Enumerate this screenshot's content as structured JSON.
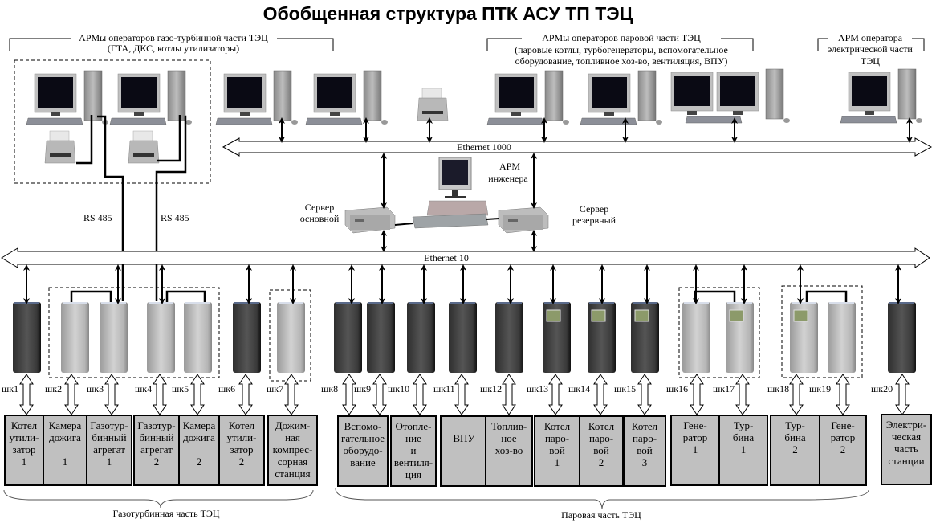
{
  "title": "Обобщенная структура ПТК АСУ ТП ТЭЦ",
  "groups": {
    "gas_arm": {
      "line1": "АРМы операторов газо-турбинной части ТЭЦ",
      "line2": "(ГТА, ДКС, котлы утилизаторы)"
    },
    "steam_arm": {
      "line1": "АРМы операторов паровой части ТЭЦ",
      "line2": "(паровые котлы, турбогенераторы, вспомогательное",
      "line3": "оборудование, топливное хоз-во, вентиляция, ВПУ)"
    },
    "electric_arm": {
      "line1": "АРМ оператора",
      "line2": "электрической части",
      "line3": "ТЭЦ"
    }
  },
  "networks": {
    "top": "Ethernet 1000",
    "bottom": "Ethernet 10",
    "rs485_1": "RS 485",
    "rs485_2": "RS 485"
  },
  "servers": {
    "main": {
      "line1": "Сервер",
      "line2": "основной"
    },
    "reserve": {
      "line1": "Сервер",
      "line2": "резервный"
    },
    "engineer": {
      "line1": "АРМ",
      "line2": "инженера"
    }
  },
  "cabinets": [
    "шк1",
    "шк2",
    "шк3",
    "шк4",
    "шк5",
    "шк6",
    "шк7",
    "шк8",
    "шк9",
    "шк10",
    "шк11",
    "шк12",
    "шк13",
    "шк14",
    "шк15",
    "шк16",
    "шк17",
    "шк18",
    "шк19",
    "шк20"
  ],
  "boxes": [
    {
      "lines": [
        "Котел",
        "утили-",
        "затор",
        "1"
      ]
    },
    {
      "lines": [
        "Камера",
        "дожига",
        "",
        "1"
      ]
    },
    {
      "lines": [
        "Газотур-",
        "бинный",
        "агрегат",
        "1"
      ]
    },
    {
      "lines": [
        "Газотур-",
        "бинный",
        "агрегат",
        "2"
      ]
    },
    {
      "lines": [
        "Камера",
        "дожига",
        "",
        "2"
      ]
    },
    {
      "lines": [
        "Котел",
        "утили-",
        "затор",
        "2"
      ]
    },
    {
      "lines": [
        "Дожим-",
        "ная",
        "компрес-",
        "сорная",
        "станция"
      ]
    },
    {
      "lines": [
        "Вспомо-",
        "гательное",
        "оборудо-",
        "вание"
      ]
    },
    {
      "lines": [
        "Отопле-",
        "ние",
        "и",
        "вентиля-",
        "ция"
      ]
    },
    {
      "lines": [
        "ВПУ"
      ]
    },
    {
      "lines": [
        "Топлив-",
        "ное",
        "хоз-во"
      ]
    },
    {
      "lines": [
        "Котел",
        "паро-",
        "вой",
        "1"
      ]
    },
    {
      "lines": [
        "Котел",
        "паро-",
        "вой",
        "2"
      ]
    },
    {
      "lines": [
        "Котел",
        "паро-",
        "вой",
        "3"
      ]
    },
    {
      "lines": [
        "Гене-",
        "ратор",
        "1"
      ]
    },
    {
      "lines": [
        "Тур-",
        "бина",
        "1"
      ]
    },
    {
      "lines": [
        "Тур-",
        "бина",
        "2"
      ]
    },
    {
      "lines": [
        "Гене-",
        "ратор",
        "2"
      ]
    },
    {
      "lines": [
        "Электри-",
        "ческая",
        "часть",
        "станции"
      ]
    }
  ],
  "sections": {
    "gas": "Газотурбинная часть ТЭЦ",
    "steam": "Паровая часть ТЭЦ"
  }
}
